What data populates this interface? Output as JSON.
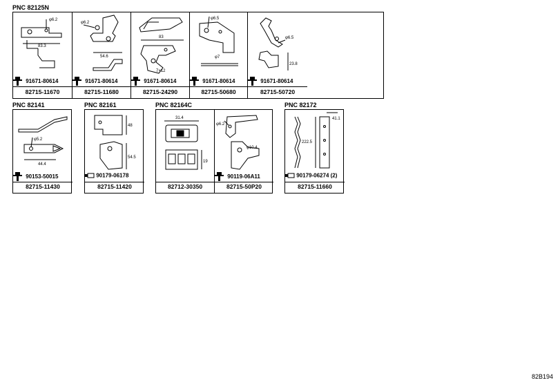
{
  "groups": [
    {
      "pnc": "PNC 82125N",
      "items": [
        {
          "part_no": "82715-11670",
          "fastener": "91671-80614",
          "dims": [
            "φ6.2",
            "83.3"
          ]
        },
        {
          "part_no": "82715-11680",
          "fastener": "91671-80614",
          "dims": [
            "φ6.2",
            "54.6"
          ]
        },
        {
          "part_no": "82715-24290",
          "fastener": "91671-80614",
          "dims": [
            "83",
            "7×12"
          ]
        },
        {
          "part_no": "82715-50680",
          "fastener": "91671-80614",
          "dims": [
            "φ6.5",
            "φ7"
          ]
        },
        {
          "part_no": "82715-50720",
          "fastener": "91671-80614",
          "dims": [
            "φ6.5",
            "23.8"
          ]
        }
      ]
    },
    {
      "pnc": "PNC 82141",
      "items": [
        {
          "part_no": "82715-11430",
          "fastener": "90153-50015",
          "dims": [
            "φ5.2",
            "44.4"
          ]
        }
      ]
    },
    {
      "pnc": "PNC 82161",
      "items": [
        {
          "part_no": "82715-11420",
          "fastener": "90179-06178",
          "dims": [
            "48",
            "54.5"
          ]
        }
      ]
    },
    {
      "pnc": "PNC 82164C",
      "items": [
        {
          "part_no": "82712-30350",
          "fastener": "",
          "dims": [
            "31.4",
            "19"
          ]
        },
        {
          "part_no": "82715-50P20",
          "fastener": "90119-06A11",
          "dims": [
            "φ6.2",
            "φ10.4"
          ]
        }
      ]
    },
    {
      "pnc": "PNC 82172",
      "items": [
        {
          "part_no": "82715-11660",
          "fastener": "90179-06274 (2)",
          "dims": [
            "41.1",
            "222.5"
          ]
        }
      ]
    }
  ],
  "figure_code": "82B194"
}
